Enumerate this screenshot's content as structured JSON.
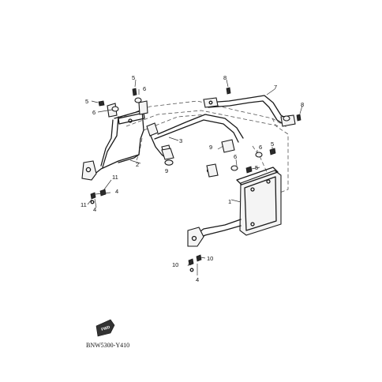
{
  "callouts": [
    "1",
    "2",
    "3",
    "4",
    "5",
    "6",
    "7",
    "8",
    "9",
    "10",
    "11"
  ],
  "fwd_label": "FWD",
  "diagram_code": "BNW5300-Y410"
}
